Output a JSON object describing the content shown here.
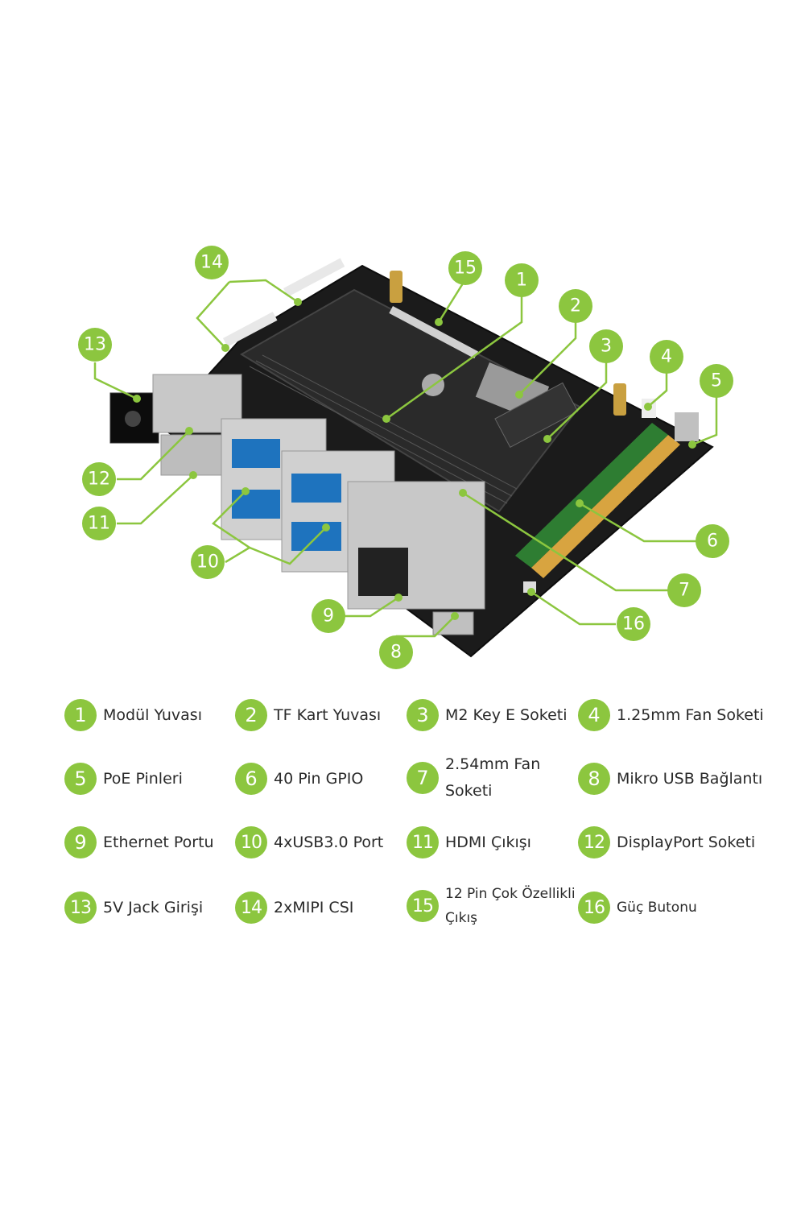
{
  "callout_numbers": [
    "1",
    "2",
    "3",
    "4",
    "5",
    "6",
    "7",
    "8",
    "9",
    "10",
    "11",
    "12",
    "13",
    "14",
    "15",
    "16"
  ],
  "legend": [
    {
      "num": "1",
      "label": "Modül Yuvası"
    },
    {
      "num": "2",
      "label": "TF Kart Yuvası"
    },
    {
      "num": "3",
      "label": "M2 Key E Soketi"
    },
    {
      "num": "4",
      "label": "1.25mm Fan Soketi"
    },
    {
      "num": "5",
      "label": "PoE Pinleri"
    },
    {
      "num": "6",
      "label": "40 Pin GPIO"
    },
    {
      "num": "7",
      "label": "2.54mm Fan Soketi"
    },
    {
      "num": "8",
      "label": "Mikro USB Bağlantı"
    },
    {
      "num": "9",
      "label": "Ethernet Portu"
    },
    {
      "num": "10",
      "label": "4xUSB3.0 Port"
    },
    {
      "num": "11",
      "label": "HDMI Çıkışı"
    },
    {
      "num": "12",
      "label": "DisplayPort Soketi"
    },
    {
      "num": "13",
      "label": "5V Jack Girişi"
    },
    {
      "num": "14",
      "label": "2xMIPI CSI"
    },
    {
      "num": "15",
      "label": "12 Pin Çok Özellikli Çıkış"
    },
    {
      "num": "16",
      "label": "Güç Butonu"
    }
  ],
  "colors": {
    "accent": "#8cc63f",
    "board": "#1b1b1b",
    "usb_blue": "#1e73be",
    "metal": "#c8c8c8"
  }
}
